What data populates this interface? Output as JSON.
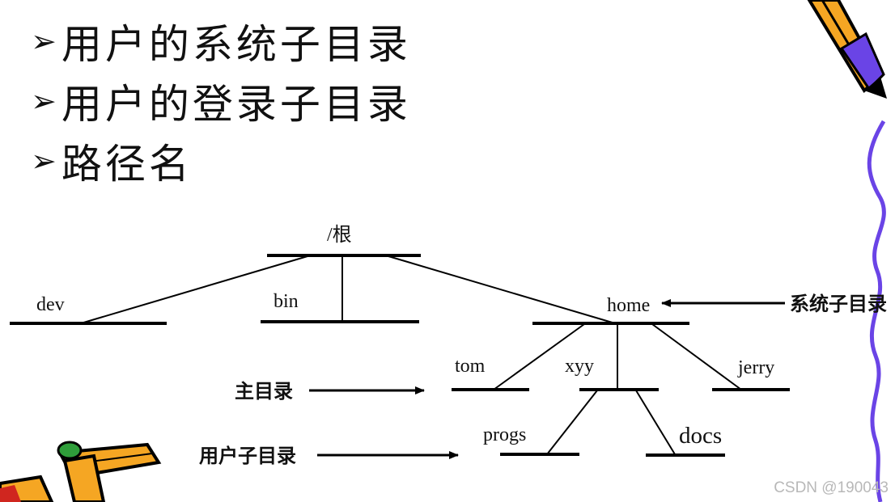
{
  "bullets": [
    {
      "marker": "➢",
      "text": "用户的系统子目录"
    },
    {
      "marker": "➢",
      "text": "用户的登录子目录"
    },
    {
      "marker": "➢",
      "text": "路径名"
    }
  ],
  "tree": {
    "root": "/根",
    "dev": "dev",
    "bin": "bin",
    "home": "home",
    "tom": "tom",
    "xyy": "xyy",
    "jerry": "jerry",
    "progs": "progs",
    "docs": "docs"
  },
  "annotations": {
    "system_subdir": "系统子目录",
    "home_dir": "主目录",
    "user_subdir": "用户子目录"
  },
  "watermark": "CSDN @190043",
  "colors": {
    "wavy_line": "#6a44e6",
    "pencil_body": "#f5a623",
    "pencil_outline": "#000000",
    "eraser": "#2f9e3a"
  }
}
